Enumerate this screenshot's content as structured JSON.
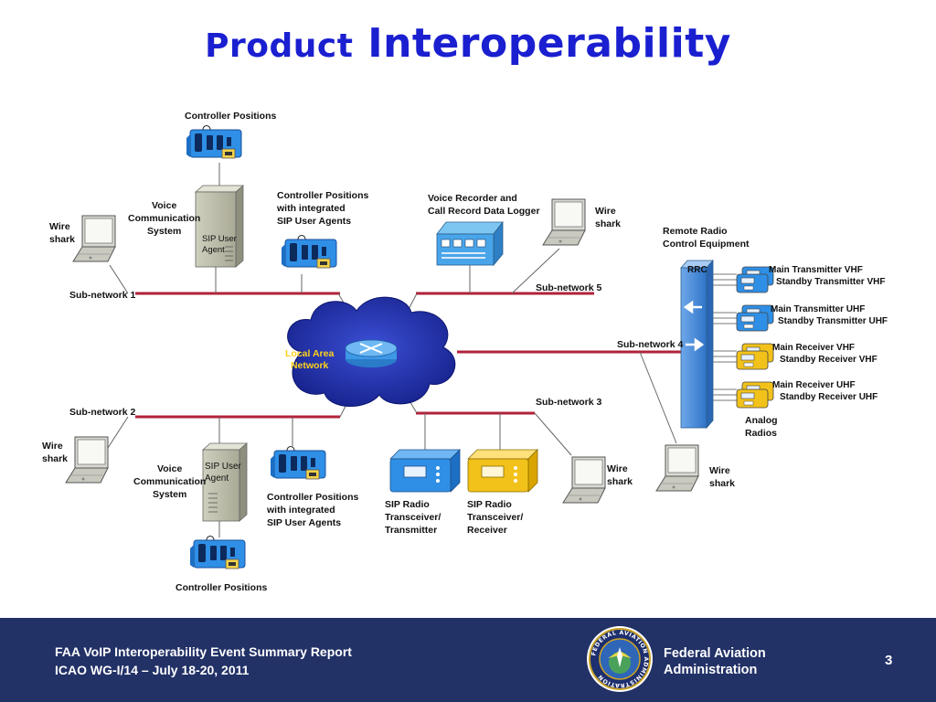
{
  "slide": {
    "title_word1": "Product",
    "title_word2": "Interoperability",
    "page_number": "3"
  },
  "diagram": {
    "top_controller_positions": "Controller Positions",
    "voice_comm_top": [
      "Voice",
      "Communication",
      "System"
    ],
    "sip_user_agent_top": [
      "SIP User",
      "Agent"
    ],
    "ctrl_integrated_top": [
      "Controller Positions",
      "with integrated",
      "SIP User Agents"
    ],
    "voice_recorder": [
      "Voice Recorder and",
      "Call Record Data Logger"
    ],
    "wireshark": [
      "Wire",
      "shark"
    ],
    "remote_radio": [
      "Remote Radio",
      "Control Equipment"
    ],
    "rrc": "RRC",
    "radios": [
      {
        "main": "Main Transmitter VHF",
        "standby": "Standby Transmitter VHF",
        "color": "#2f8fe6"
      },
      {
        "main": "Main Transmitter UHF",
        "standby": "Standby Transmitter UHF",
        "color": "#2f8fe6"
      },
      {
        "main": "Main Receiver VHF",
        "standby": "Standby Receiver VHF",
        "color": "#f2c21a"
      },
      {
        "main": "Main Receiver UHF",
        "standby": "Standby Receiver UHF",
        "color": "#f2c21a"
      }
    ],
    "analog_radios": [
      "Analog",
      "Radios"
    ],
    "subnet1": "Sub-network 1",
    "subnet2": "Sub-network 2",
    "subnet3": "Sub-network 3",
    "subnet4": "Sub-network 4",
    "subnet5": "Sub-network 5",
    "lan": [
      "Local Area",
      "Network"
    ],
    "voice_comm_bottom": [
      "Voice",
      "Communication",
      "System"
    ],
    "sip_user_agent_bottom": [
      "SIP User",
      "Agent"
    ],
    "ctrl_integrated_bottom": [
      "Controller Positions",
      "with integrated",
      "SIP User Agents"
    ],
    "bottom_controller_positions": "Controller Positions",
    "sip_radio_tx": [
      "SIP Radio",
      "Transceiver/",
      "Transmitter"
    ],
    "sip_radio_rx": [
      "SIP Radio",
      "Transceiver/",
      "Receiver"
    ],
    "colors": {
      "link": "#b0223a",
      "cloud": "#1c2aa8",
      "lan_text": "#ffd21a",
      "device_blue": "#2f8fe6",
      "device_yellow": "#f2c21a"
    }
  },
  "footer": {
    "report_title": "FAA VoIP Interoperability Event Summary Report",
    "meeting": "ICAO WG-I/14 – July 18-20, 2011",
    "agency_line1": "Federal Aviation",
    "agency_line2": "Administration",
    "seal_text": "FEDERAL AVIATION ADMINISTRATION",
    "background": "#223166"
  }
}
